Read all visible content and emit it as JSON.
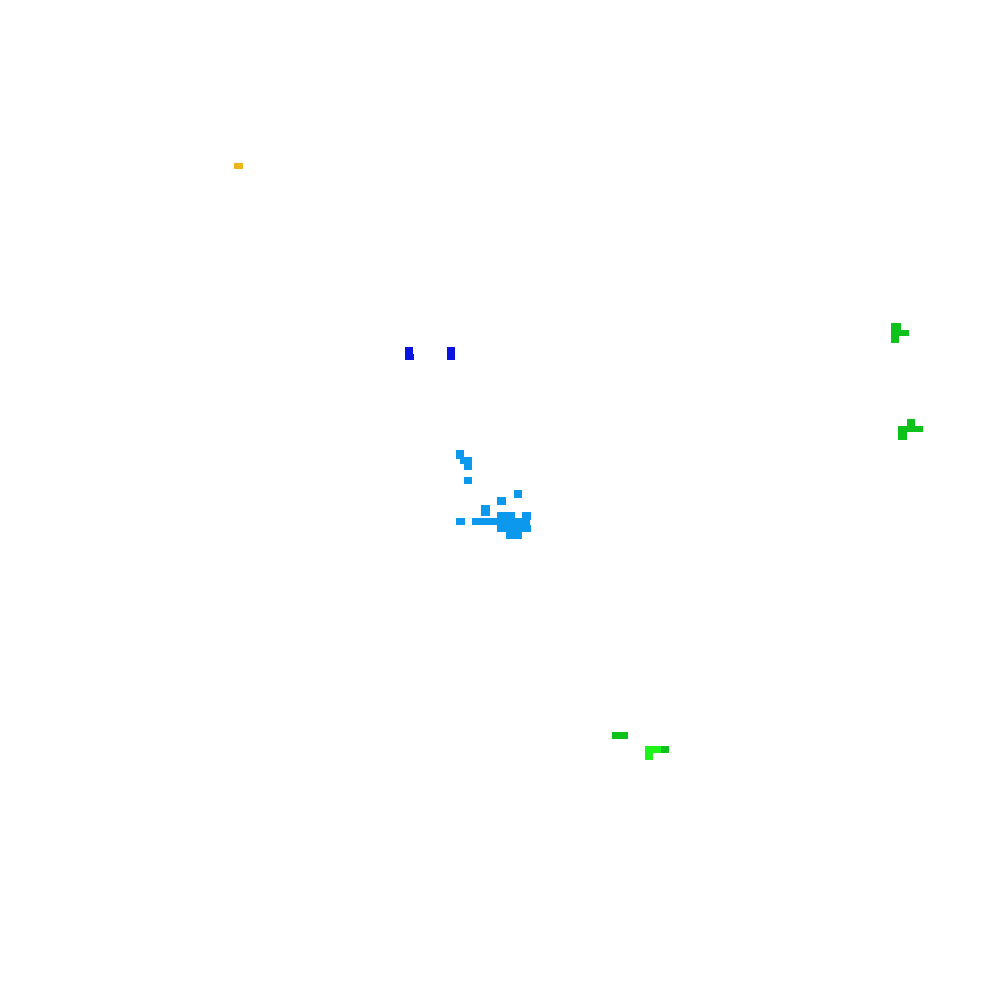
{
  "clusters": [
    {
      "name": "yellow-point",
      "color": "#ecb51a"
    },
    {
      "name": "blue-marks",
      "color": "#0a14e0"
    },
    {
      "name": "upper-right-green",
      "color": "#0dc21a"
    },
    {
      "name": "light-blue-cluster",
      "color": "#0c98ec"
    },
    {
      "name": "lower-green-dark",
      "color": "#0dc21a"
    },
    {
      "name": "lower-green-bright",
      "color": "#1ef31a"
    }
  ]
}
